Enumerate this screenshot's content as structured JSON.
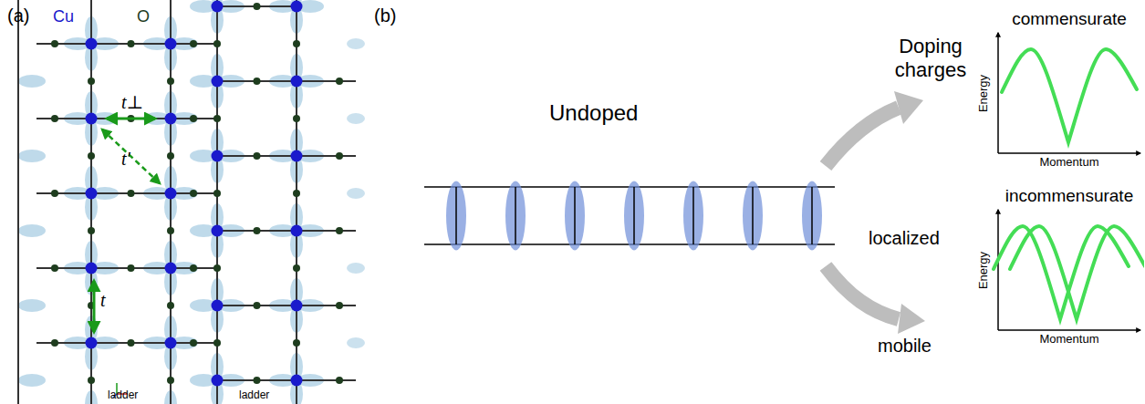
{
  "diagram": {
    "nodes": [
      {
        "text": [
          "commensurate",
          "Energy",
          "Momentum"
        ]
      },
      {
        "text": [
          "incommensurate",
          "Energy",
          "Momentum"
        ]
      }
    ],
    "labels": [
      "(a)",
      "Cu",
      "O",
      "t⊥",
      "t′",
      "t",
      "ladder",
      "ladder",
      "(b)",
      "Undoped",
      "Doping charges",
      "localized",
      "mobile"
    ]
  }
}
